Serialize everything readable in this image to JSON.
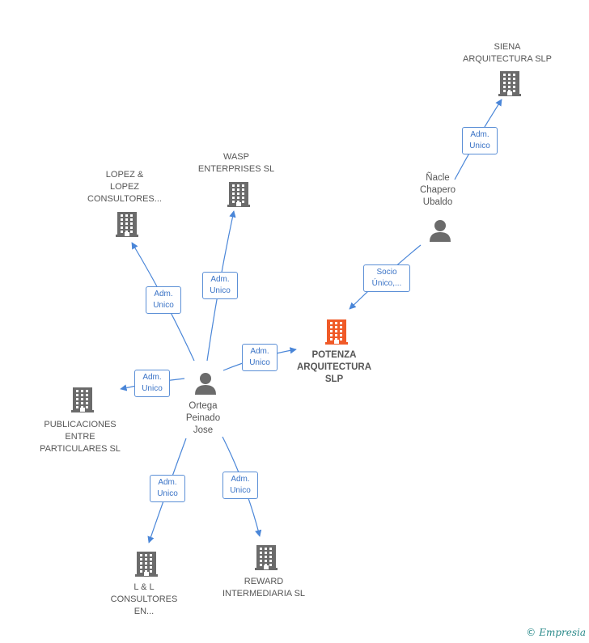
{
  "colors": {
    "edge": "#4a86d8",
    "building": "#6b6b6b",
    "building_main": "#f05a28",
    "person": "#6b6b6b"
  },
  "nodes": [
    {
      "id": "potenza",
      "type": "company",
      "main": true,
      "label": "POTENZA\nARQUITECTURA\nSLP"
    },
    {
      "id": "ortega",
      "type": "person",
      "label": "Ortega\nPeinado\nJose"
    },
    {
      "id": "nacle",
      "type": "person",
      "label": "Ñacle\nChapero\nUbaldo"
    },
    {
      "id": "siena",
      "type": "company",
      "label": "SIENA\nARQUITECTURA SLP"
    },
    {
      "id": "wasp",
      "type": "company",
      "label": "WASP\nENTERPRISES SL"
    },
    {
      "id": "lopez",
      "type": "company",
      "label": "LOPEZ &\nLOPEZ\nCONSULTORES..."
    },
    {
      "id": "publicaciones",
      "type": "company",
      "label": "PUBLICACIONES\nENTRE\nPARTICULARES SL"
    },
    {
      "id": "ll",
      "type": "company",
      "label": "L & L\nCONSULTORES\nEN..."
    },
    {
      "id": "reward",
      "type": "company",
      "label": "REWARD\nINTERMEDIARIA SL"
    }
  ],
  "edges": [
    {
      "from": "ortega",
      "to": "potenza",
      "label": "Adm.\nUnico"
    },
    {
      "from": "ortega",
      "to": "wasp",
      "label": "Adm.\nUnico"
    },
    {
      "from": "ortega",
      "to": "lopez",
      "label": "Adm.\nUnico"
    },
    {
      "from": "ortega",
      "to": "publicaciones",
      "label": "Adm.\nUnico"
    },
    {
      "from": "ortega",
      "to": "ll",
      "label": "Adm.\nUnico"
    },
    {
      "from": "ortega",
      "to": "reward",
      "label": "Adm.\nUnico"
    },
    {
      "from": "nacle",
      "to": "siena",
      "label": "Adm.\nUnico"
    },
    {
      "from": "nacle",
      "to": "potenza",
      "label": "Socio\nÚnico,..."
    }
  ],
  "footer": {
    "copyright": "©",
    "brand": "Empresia"
  }
}
